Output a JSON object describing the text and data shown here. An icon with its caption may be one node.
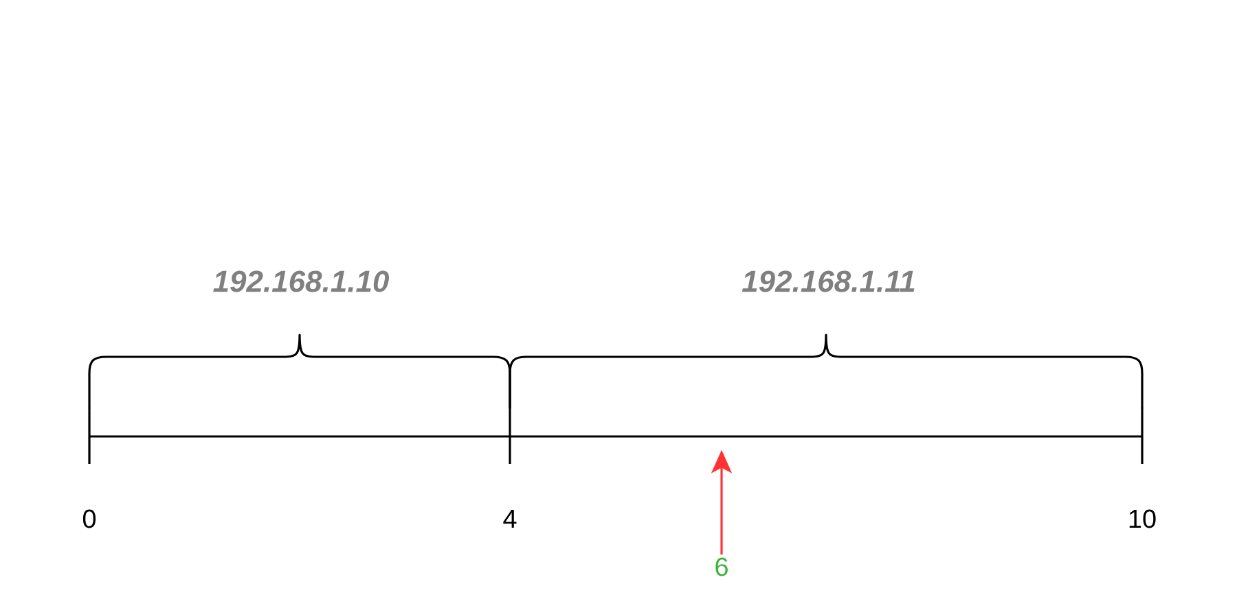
{
  "diagram": {
    "nodes": [
      {
        "text": [],
        "shape": "line"
      },
      {
        "text": [
          "6"
        ]
      }
    ],
    "edges": [
      {
        "from": 1,
        "to": 0,
        "arrow": "to",
        "color": "#ff3333"
      }
    ],
    "labels": [
      "192.168.1.10",
      "192.168.1.11",
      "0",
      "4",
      "10"
    ]
  }
}
